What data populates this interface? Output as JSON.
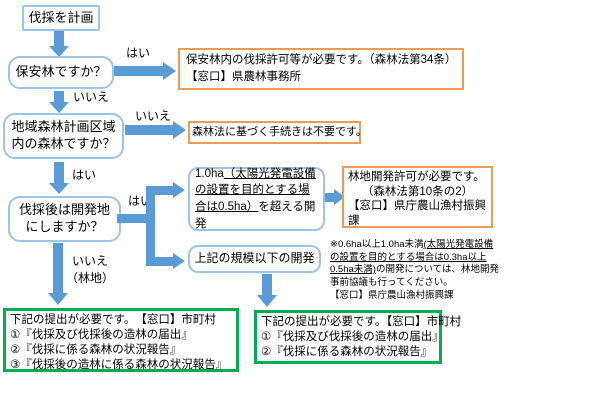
{
  "colors": {
    "arrow": "#5B9BD5",
    "boxborder": "#9DC3E6",
    "orange": "#ED9B57",
    "green": "#00B050"
  },
  "flow": {
    "start": "伐採を計画",
    "q_hoanrin": "保安林ですか？",
    "q_keikaku": "地域森林計画区域\n内の森林ですか？",
    "q_kaihatsu": "伐採後は開発地\nにしますか？",
    "dev_large": {
      "pre": "1.0ha",
      "underline": "（太陽光発電設備の設置を目的とする場合は0.5ha）",
      "post": "を超える開発"
    },
    "dev_small": "上記の規模以下の開発"
  },
  "labels": {
    "yes": "はい",
    "no": "いいえ",
    "no_rinchi": "いいえ\n（林地）"
  },
  "results": {
    "hoanrin": {
      "line1": "保安林内の伐採許可等が必要です。（森林法第34条）",
      "line2": "【窓口】県農林事務所"
    },
    "no_procedure": "森林法に基づく手続きは不要です。",
    "rinchi_permit": {
      "line1": "林地開発許可が必要です。",
      "line2": "（森林法第10条の2）",
      "line3": "【窓口】県庁農山漁村振興課"
    },
    "submit_left": {
      "title": "下記の提出が必要です。　【窓口】市町村",
      "items": [
        "①『伐採及び伐採後の造林の届出』",
        "②『伐採に係る森林の状況報告』",
        "③『伐採後の造林に係る森林の状況報告』"
      ]
    },
    "submit_mid": {
      "title": "下記の提出が必要です。【窓口】市町村",
      "items": [
        "①『伐採及び伐採後の造林の届出』",
        "②『伐採に係る森林の状況報告』"
      ]
    }
  },
  "note": {
    "pre": "※0.6ha以上1.0ha未満",
    "underline": "(太陽光発電設備の設置を目的とする場合は0.3ha以上0.5ha未満)",
    "post": "の開発については、林地開発事前協議も行ってください。",
    "window": "【窓口】県庁農山漁村振興課"
  }
}
